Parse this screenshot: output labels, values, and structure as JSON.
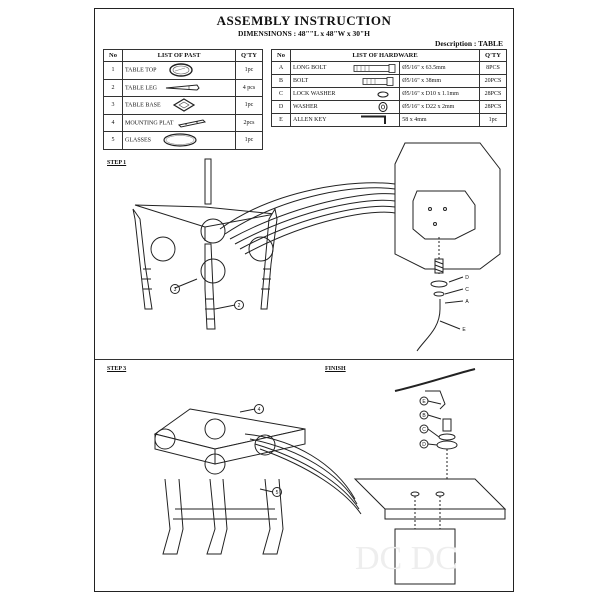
{
  "header": {
    "title": "ASSEMBLY INSTRUCTION",
    "dimensions": "DIMENSINONS : 48\"\"L x 48\"W x 30\"H",
    "description": "Description : TABLE"
  },
  "parts_table": {
    "headers": [
      "No",
      "LIST OF PAST",
      "Q'TY"
    ],
    "rows": [
      {
        "no": "1",
        "name": "TABLE TOP",
        "qty": "1pc",
        "icon": "round-table-top-icon"
      },
      {
        "no": "2",
        "name": "TABLE LEG",
        "qty": "4 pcs",
        "icon": "table-leg-icon"
      },
      {
        "no": "3",
        "name": "TABLE BASE",
        "qty": "1pc",
        "icon": "table-base-icon"
      },
      {
        "no": "4",
        "name": "MOUNTING PLAT",
        "qty": "2pcs",
        "icon": "mounting-plate-icon"
      },
      {
        "no": "5",
        "name": "GLASSES",
        "qty": "1pc",
        "icon": "glass-top-icon"
      }
    ]
  },
  "hardware_table": {
    "headers": [
      "No",
      "LIST OF HARDWARE",
      "Q'TY"
    ],
    "rows": [
      {
        "no": "A",
        "name": "LONG BOLT",
        "spec": "Ø5/16\" x 63.5mm",
        "qty": "8PCS",
        "icon": "long-bolt-icon"
      },
      {
        "no": "B",
        "name": "BOLT",
        "spec": "Ø5/16\" x 38mm",
        "qty": "20PCS",
        "icon": "bolt-icon"
      },
      {
        "no": "C",
        "name": "LOCK WASHER",
        "spec": "Ø5/16\" x D10 x 1.1mm",
        "qty": "28PCS",
        "icon": "lock-washer-icon"
      },
      {
        "no": "D",
        "name": "WASHER",
        "spec": "Ø5/16\" x D22 x 2mm",
        "qty": "28PCS",
        "icon": "washer-icon"
      },
      {
        "no": "E",
        "name": "ALLEN KEY",
        "spec": "58 x 4mm",
        "qty": "1pc",
        "icon": "allen-key-icon"
      }
    ]
  },
  "steps": {
    "step1": "STEP 1",
    "step3": "STEP 3",
    "finish": "FINISH"
  },
  "callouts": {
    "step1": [
      "3",
      "2",
      "D",
      "C",
      "A",
      "E"
    ],
    "step3": [
      "4",
      "5"
    ],
    "finish": [
      "E",
      "B",
      "C",
      "D"
    ]
  }
}
